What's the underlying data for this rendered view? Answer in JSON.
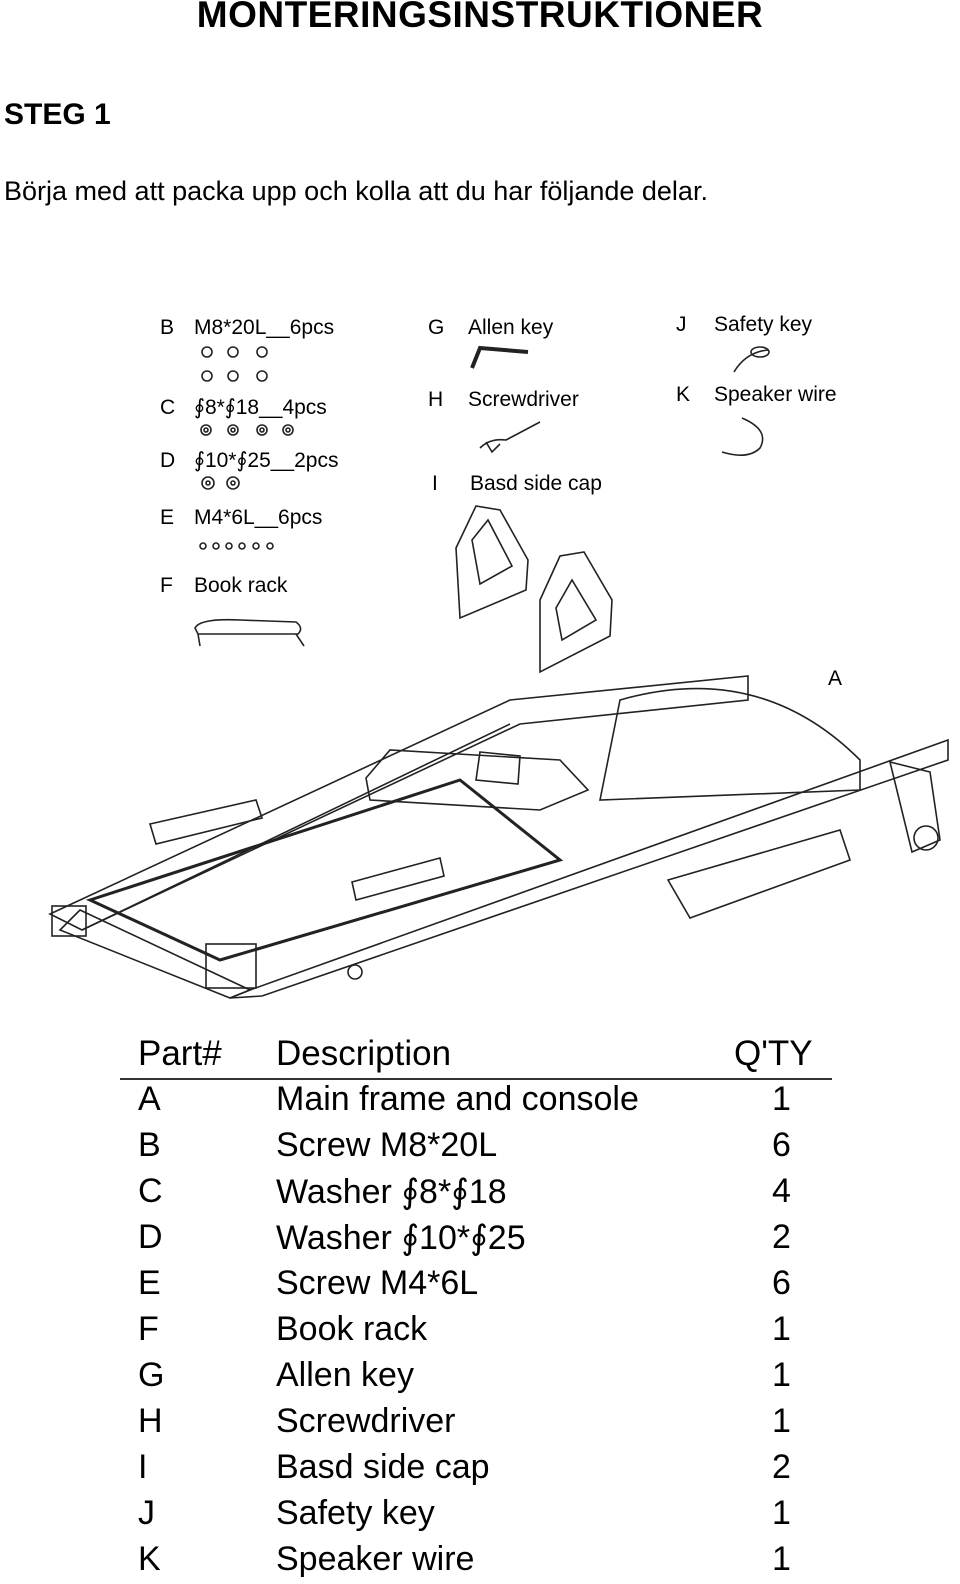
{
  "title": "MONTERINGSINSTRUKTIONER",
  "step": "STEG 1",
  "intro": "Börja med att packa upp och kolla att du har följande delar.",
  "diagram": {
    "labels": {
      "B": {
        "letter": "B",
        "text": "M8*20L__6pcs"
      },
      "C": {
        "letter": "C",
        "text": "∮8*∮18__4pcs"
      },
      "D": {
        "letter": "D",
        "text": "∮10*∮25__2pcs"
      },
      "E": {
        "letter": "E",
        "text": "M4*6L__6pcs"
      },
      "F": {
        "letter": "F",
        "text": "Book rack"
      },
      "G": {
        "letter": "G",
        "text": "Allen key"
      },
      "H": {
        "letter": "H",
        "text": "Screwdriver"
      },
      "I": {
        "letter": "I",
        "text": "Basd side cap"
      },
      "J": {
        "letter": "J",
        "text": "Safety key"
      },
      "K": {
        "letter": "K",
        "text": "Speaker wire"
      },
      "A": {
        "letter": "A"
      }
    }
  },
  "parts_table": {
    "headers": {
      "part": "Part#",
      "description": "Description",
      "qty": "Q'TY"
    },
    "rows": [
      {
        "part": "A",
        "description": "Main frame and console",
        "qty": "1"
      },
      {
        "part": "B",
        "description": "Screw M8*20L",
        "qty": "6"
      },
      {
        "part": "C",
        "description": "Washer ∮8*∮18",
        "qty": "4"
      },
      {
        "part": "D",
        "description": "Washer ∮10*∮25",
        "qty": "2"
      },
      {
        "part": "E",
        "description": "Screw M4*6L",
        "qty": "6"
      },
      {
        "part": "F",
        "description": "Book rack",
        "qty": "1"
      },
      {
        "part": "G",
        "description": "Allen key",
        "qty": "1"
      },
      {
        "part": "H",
        "description": "Screwdriver",
        "qty": "1"
      },
      {
        "part": "I",
        "description": "Basd side cap",
        "qty": "2"
      },
      {
        "part": "J",
        "description": "Safety key",
        "qty": "1"
      },
      {
        "part": "K",
        "description": "Speaker wire",
        "qty": "1"
      }
    ]
  }
}
